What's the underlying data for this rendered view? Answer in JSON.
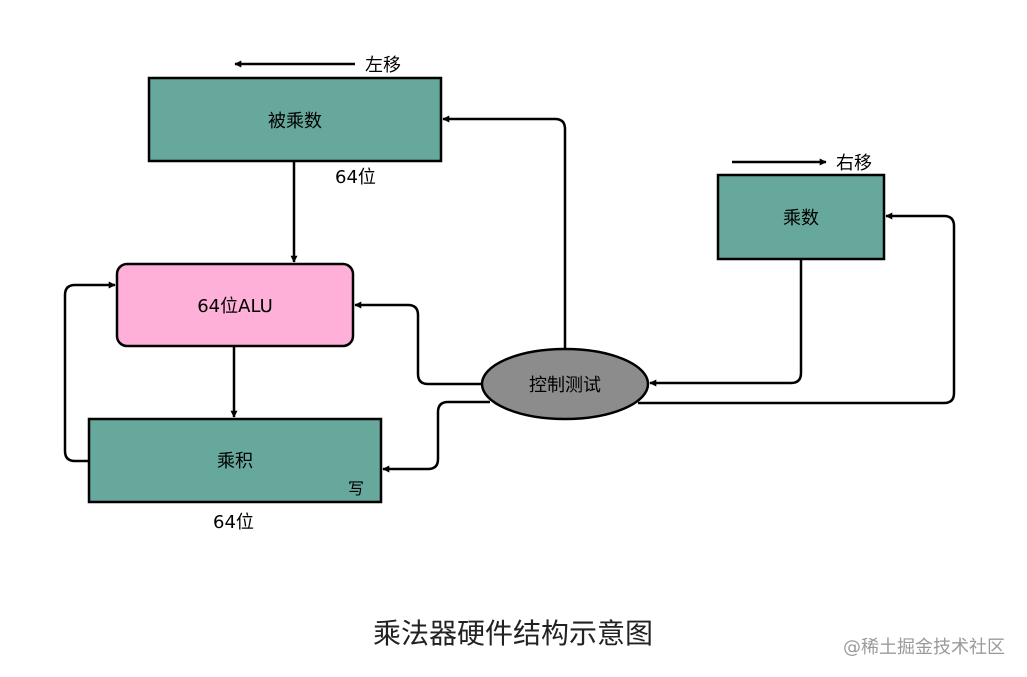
{
  "diagram": {
    "multiplicand": {
      "label": "被乘数",
      "shift_label": "左移",
      "width_label": "64位"
    },
    "multiplier": {
      "label": "乘数",
      "shift_label": "右移"
    },
    "alu": {
      "label": "64位ALU"
    },
    "product": {
      "label": "乘积",
      "width_label": "64位",
      "write_label": "写"
    },
    "control": {
      "label": "控制测试"
    }
  },
  "caption": "乘法器硬件结构示意图",
  "watermark": "@稀土掘金技术社区",
  "colors": {
    "register_fill": "#66a89c",
    "alu_fill": "#ffb0d9",
    "control_fill": "#8c8c8c",
    "stroke": "#000000"
  }
}
